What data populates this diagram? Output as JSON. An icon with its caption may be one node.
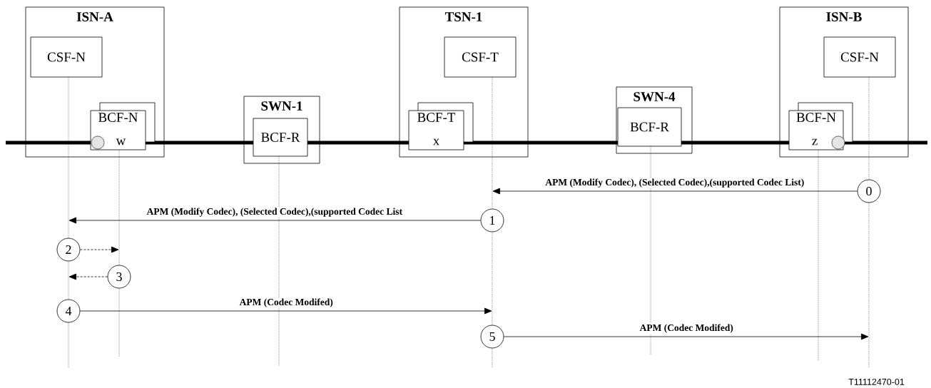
{
  "diagram": {
    "nodes": [
      {
        "text": [
          "ISN-A"
        ]
      },
      {
        "text": [
          "CSF-N"
        ],
        "in": 0
      },
      {
        "text": [
          "BCF-N",
          "w"
        ],
        "in": 0
      },
      {
        "text": [
          "SWN-1"
        ]
      },
      {
        "text": [
          "BCF-R"
        ],
        "in": 3
      },
      {
        "text": [
          "TSN-1"
        ]
      },
      {
        "text": [
          "CSF-T"
        ],
        "in": 5
      },
      {
        "text": [
          "BCF-T",
          "x"
        ],
        "in": 5
      },
      {
        "text": [
          "SWN-4"
        ]
      },
      {
        "text": [
          "BCF-R"
        ],
        "in": 8
      },
      {
        "text": [
          "ISN-B"
        ]
      },
      {
        "text": [
          "CSF-N"
        ],
        "in": 10
      },
      {
        "text": [
          "BCF-N",
          "z"
        ],
        "in": 10
      },
      {
        "text": [
          "0"
        ]
      },
      {
        "text": [
          "1"
        ]
      },
      {
        "text": [
          "2"
        ]
      },
      {
        "text": [
          "3"
        ]
      },
      {
        "text": [
          "4"
        ]
      },
      {
        "text": [
          "5"
        ]
      }
    ],
    "edges": [
      {
        "from": 13,
        "to": null,
        "arrow": "to",
        "label": "APM (Modify Codec), (Selected Codec),(supported Codec List)"
      },
      {
        "from": 14,
        "to": null,
        "arrow": "to",
        "label": "APM (Modify Codec), (Selected Codec),(supported Codec List"
      },
      {
        "from": 15,
        "to": null,
        "arrow": "to",
        "style": "dashed"
      },
      {
        "from": 16,
        "to": null,
        "arrow": "to",
        "style": "dashed"
      },
      {
        "from": 17,
        "to": null,
        "arrow": "to",
        "label": "APM (Codec Modifed)"
      },
      {
        "from": 18,
        "to": null,
        "arrow": "to",
        "label": "APM (Codec Modifed)"
      }
    ],
    "labels": [
      "T11112470-01"
    ]
  }
}
